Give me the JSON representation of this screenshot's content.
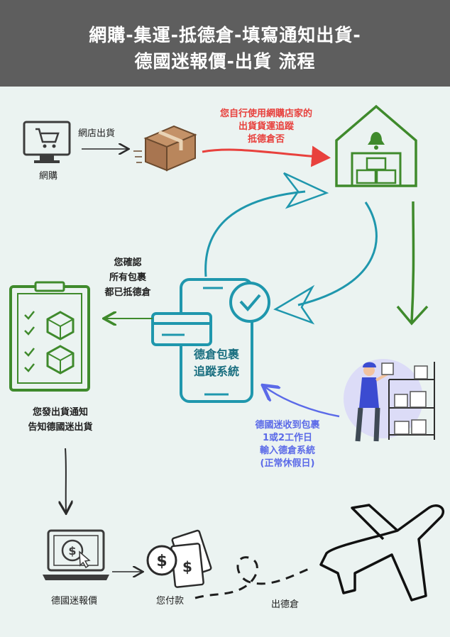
{
  "title": {
    "line1": "網購-集運-抵德倉-填寫通知出貨-",
    "line2": "德國迷報價-出貨 流程"
  },
  "steps": {
    "online_shopping": "網購",
    "shop_ships": "網店出貨",
    "tracking_note": [
      "您自行使用網購店家的",
      "出貨貨運追蹤",
      "抵德倉否"
    ],
    "confirm_note": [
      "您確認",
      "所有包裹",
      "都已抵德倉"
    ],
    "tracking_system": [
      "德倉包裹",
      "追蹤系統"
    ],
    "notify_note": [
      "您發出貨通知",
      "告知德國迷出貨"
    ],
    "received_note": [
      "德國迷收到包裹",
      "1或2工作日",
      "輸入德倉系統",
      "(正常休假日)"
    ],
    "quote": "德國迷報價",
    "payment": "您付款",
    "ship_out": "出德倉"
  },
  "colors": {
    "green": "#3f8a2c",
    "teal": "#1f97ad",
    "red": "#e8413d",
    "blue": "#5b6ae8",
    "dark": "#2b2b2b"
  },
  "icons": [
    "laptop-cart-icon",
    "package-icon",
    "warehouse-bell-icon",
    "phone-check-icon",
    "clipboard-checklist-icon",
    "worker-shelves-icon",
    "laptop-dollar-icon",
    "money-icon",
    "airplane-icon"
  ]
}
